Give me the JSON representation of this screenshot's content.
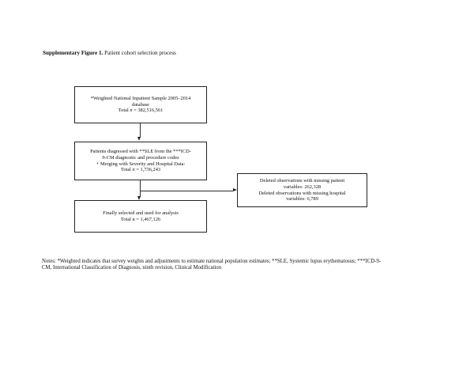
{
  "title": {
    "bold": "Supplementary Figure 1.",
    "regular": " Patient cohort selection process"
  },
  "flowchart": {
    "box1": {
      "line1": "*Weighted National Inpatient Sample 2005–2014",
      "line2": "database",
      "total": {
        "pre": "Total ",
        "n": "n",
        "post": " = 382,516,561"
      }
    },
    "box2": {
      "line1": "Patients diagnosed with **SLE from the ***ICD-",
      "line2": "9-CM diagnostic and procedure codes",
      "line3": "+ Merging with Severity and Hospital Data:",
      "total": {
        "pre": "Total ",
        "n": "n",
        "post": " = 1,736,243"
      }
    },
    "side_box": {
      "line1": "Deleted observations with missing patient",
      "line2": "variables: 262,328",
      "line3": "Deleted observations with missing hospital",
      "line4": "variables: 6,789"
    },
    "box3": {
      "line1": "Finally selected and used for analysis",
      "line2": "Total n = 1,467,126"
    }
  },
  "notes": {
    "line1": "Notes: *Weighted indicates that survey weights and adjustments to estimate national population estimates; **SLE, Systemic lupus erythematosus; ***ICD-9-",
    "line2": "CM, International Classification of Diagnosis, ninth revision, Clinical Modification"
  },
  "colors": {
    "background": "#ffffff",
    "text": "#111111",
    "box_border": "#232323",
    "connector": "#2c2c2c"
  }
}
